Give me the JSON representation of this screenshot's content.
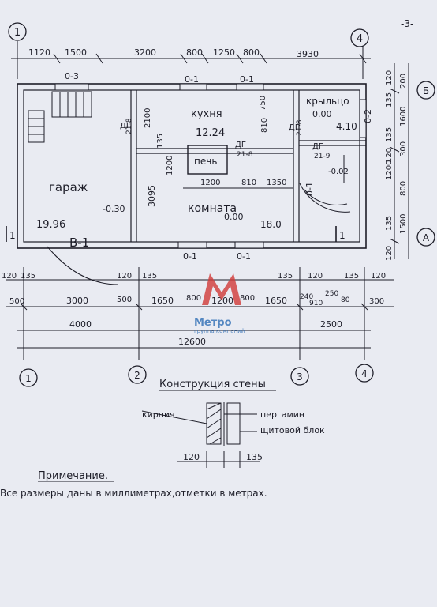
{
  "page_number": "-3-",
  "axes": {
    "a1": "1",
    "a2": "2",
    "a3": "3",
    "a4": "4",
    "rA": "A",
    "rB": "Б"
  },
  "top_dims": [
    "1120",
    "1500",
    "3200",
    "800",
    "1250",
    "800",
    "3930"
  ],
  "bottom_dims": {
    "row1": [
      "120",
      "135",
      "120",
      "135",
      "135",
      "120",
      "135",
      "120"
    ],
    "row2": [
      "500",
      "3000",
      "500",
      "1650",
      "800",
      "1200",
      "800",
      "1650",
      "240",
      "910",
      "250",
      "80",
      "300"
    ],
    "row3": [
      "4000",
      "2500"
    ],
    "total": "12600"
  },
  "right_dims": [
    "120",
    "135",
    "200",
    "1600",
    "300",
    "120",
    "135",
    "1200",
    "800",
    "1500",
    "135",
    "120"
  ],
  "rooms": {
    "garage": {
      "name": "гараж",
      "area": "19.96",
      "level": "-0.30"
    },
    "kitchen": {
      "name": "кухня",
      "area": "12.24"
    },
    "room": {
      "name": "комната",
      "level": "0.00",
      "area": "18.0"
    },
    "porch": {
      "name": "крыльцо",
      "level": "0.00",
      "area": "4.10"
    },
    "stove": {
      "name": "печь"
    }
  },
  "marks": {
    "window_top_left": "0-3",
    "window_top_1": "0-1",
    "window_top_2": "0-1",
    "window_bottom_1": "0-1",
    "window_bottom_2": "0-1",
    "window_porch": "0-2",
    "window_right": "0-1",
    "gate": "В-1",
    "door_1": "ДГ",
    "door_1_num": "21-8",
    "door_2": "ДГ",
    "door_2_num": "21-8",
    "door_3": "ДГ",
    "door_3_num": "21-8",
    "door_4": "ДГ",
    "door_4_num": "21-9",
    "porch_level": "-0.02",
    "section_mark": "1"
  },
  "inner_dims": [
    "2100",
    "135",
    "1200",
    "3095",
    "810",
    "750",
    "1200",
    "810",
    "1350"
  ],
  "wall_section": {
    "title": "Конструкция стены",
    "brick": "кирпич",
    "pergamin": "пергамин",
    "block": "щитовой блок",
    "dims": [
      "120",
      "135"
    ]
  },
  "note": {
    "title": "Примечание.",
    "text": "Все размеры даны в миллиметрах,отметки в метрах."
  },
  "watermark": {
    "brand": "Метро",
    "tagline": "группа компаний"
  }
}
